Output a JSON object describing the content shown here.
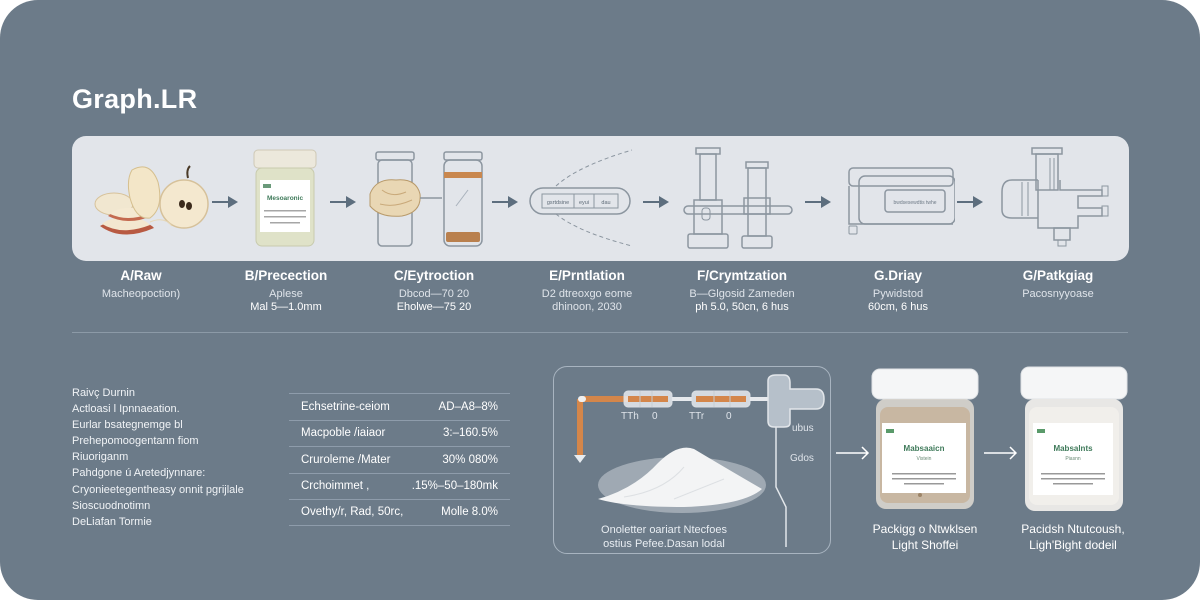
{
  "title": "Graph.LR",
  "colors": {
    "background": "#6c7b89",
    "panel": "#e2e5ea",
    "arrow": "#5d6e7e",
    "accent_orange": "#d4864a",
    "label_green": "#3f7a5a"
  },
  "stages": [
    {
      "id": "A",
      "name": "A/Raw",
      "sub": [
        "Macheopoction)"
      ],
      "icon": "apple-slices-icon"
    },
    {
      "id": "B",
      "name": "B/Precection",
      "sub": [
        "Aplese",
        "Mal 5—1.0mm"
      ],
      "icon": "jar-icon",
      "icon_label": "Mesoaronic"
    },
    {
      "id": "C",
      "name": "C/Eytroction",
      "sub": [
        "Dbcod—70 20",
        "Eholwe—75 20"
      ],
      "icon": "extraction-vessels-icon"
    },
    {
      "id": "E",
      "name": "E/Prntlation",
      "sub": [
        "D2 dtreoxgo eome",
        "dhinoon, 2030"
      ],
      "icon": "filtration-cartridge-icon",
      "cartridge_cells": [
        "gsrtdsine",
        "eyui",
        "dau"
      ]
    },
    {
      "id": "F",
      "name": "F/Crymtzation",
      "sub": [
        "B—Glgosid Zameden",
        "ph 5.0, 50cn, 6 hus"
      ],
      "icon": "crystallizer-column-icon"
    },
    {
      "id": "G1",
      "name": "G.Driay",
      "sub": [
        "Pywidstod",
        "60cm, 6 hus"
      ],
      "icon": "dryer-oven-icon",
      "icon_label": "bwdsesewdtis twhe"
    },
    {
      "id": "G2",
      "name": "G/Patkgiag",
      "sub": [
        "Pacosnyyoase"
      ],
      "icon": "packaging-machine-icon"
    }
  ],
  "notes": [
    "Raivç Durnin",
    "Actloasi l Ipnnaeation.",
    "Eurlar bsategnemge bl",
    "Prehepomoogentann fiom",
    "Riuoriganm",
    "Pahdgone ú Aretedjynnare:",
    "Cryonieetegentheasy onnit pgrijlale",
    "Sioscuodnotimn",
    "DeLiafan Tormie"
  ],
  "specs": [
    {
      "param": "Echsetrine-ceiom",
      "value": "AD–A8–8%"
    },
    {
      "param": "Macpoble /iaiaor",
      "value": "3:–160.5%"
    },
    {
      "param": "Cruroleme /Mater",
      "value": "30% 080%"
    },
    {
      "param": "Crchoimmet ,",
      "value": ".15%–50–180mk"
    },
    {
      "param": "Ovethy/r, Rad,   50rc,",
      "value": "Molle 8.0%"
    }
  ],
  "process_box": {
    "valve_labels": [
      "TTh",
      "0",
      "TTr",
      "0"
    ],
    "side_label_1": "ubus",
    "side_label_2": "Gdos",
    "caption": [
      "Onoletter oariart Ntecfoes",
      "ostius Pefee.Dasan lodal"
    ]
  },
  "jars": [
    {
      "label": "Mabsaaicn",
      "sub": "Vistein",
      "caption": [
        "Packigg o Ntwklsen",
        "Light Shoffei"
      ],
      "fill": "powder"
    },
    {
      "label": "Mabsalnts",
      "sub": "Piasnn",
      "caption": [
        "Pacidsh Ntutcoush,",
        "Ligh'Bight dodeil"
      ],
      "fill": "white"
    }
  ]
}
